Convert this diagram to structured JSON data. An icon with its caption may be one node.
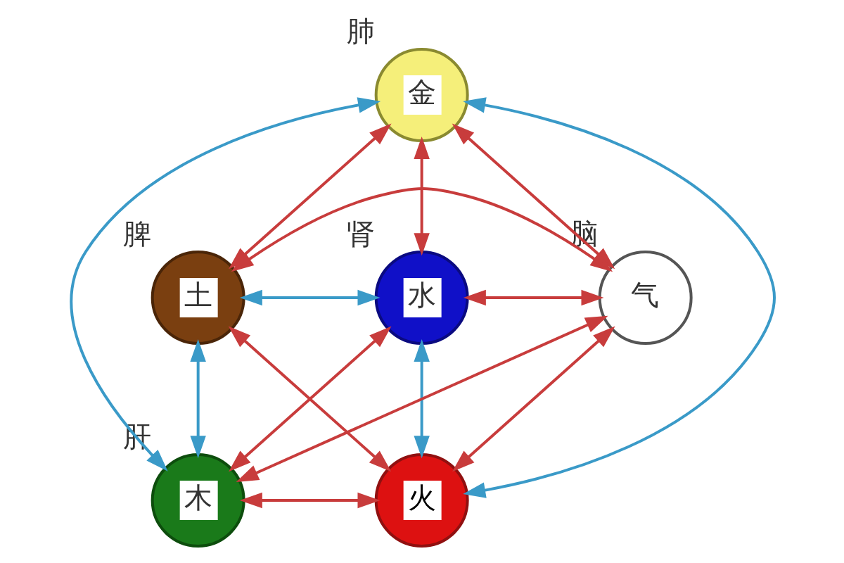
{
  "diagram": {
    "nodes": [
      {
        "text": [
          "金"
        ],
        "beside": [
          "肺"
        ]
      },
      {
        "text": [
          "水"
        ],
        "beside": [
          "肾"
        ]
      },
      {
        "text": [
          "土"
        ],
        "beside": [
          "脾"
        ]
      },
      {
        "text": [
          "气"
        ],
        "beside": [
          "脑"
        ]
      },
      {
        "text": [
          "木"
        ],
        "beside": [
          "肝"
        ]
      },
      {
        "text": [
          "火"
        ]
      }
    ],
    "edges": [
      {
        "from": 0,
        "to": 1,
        "arrow": "both"
      },
      {
        "from": 0,
        "to": 2,
        "arrow": "both"
      },
      {
        "from": 1,
        "to": 4,
        "arrow": "both"
      },
      {
        "from": 2,
        "to": 5,
        "arrow": "both"
      },
      {
        "from": 4,
        "to": 5,
        "arrow": "both"
      },
      {
        "from": 0,
        "to": 3,
        "arrow": "both"
      },
      {
        "from": 1,
        "to": 3,
        "arrow": "both"
      },
      {
        "from": 2,
        "to": 3,
        "arrow": "both"
      },
      {
        "from": 4,
        "to": 3,
        "arrow": "both"
      },
      {
        "from": 5,
        "to": 3,
        "arrow": "both"
      },
      {
        "from": 1,
        "to": 2,
        "arrow": "both",
        "color": "#3a9ac8"
      },
      {
        "from": 0,
        "to": 4,
        "arrow": "both",
        "color": "#3a9ac8"
      },
      {
        "from": 0,
        "to": 5,
        "arrow": "both",
        "color": "#3a9ac8"
      },
      {
        "from": 1,
        "to": 5,
        "arrow": "both",
        "color": "#3a9ac8"
      },
      {
        "from": 2,
        "to": 4,
        "arrow": "both",
        "color": "#3a9ac8"
      }
    ]
  }
}
